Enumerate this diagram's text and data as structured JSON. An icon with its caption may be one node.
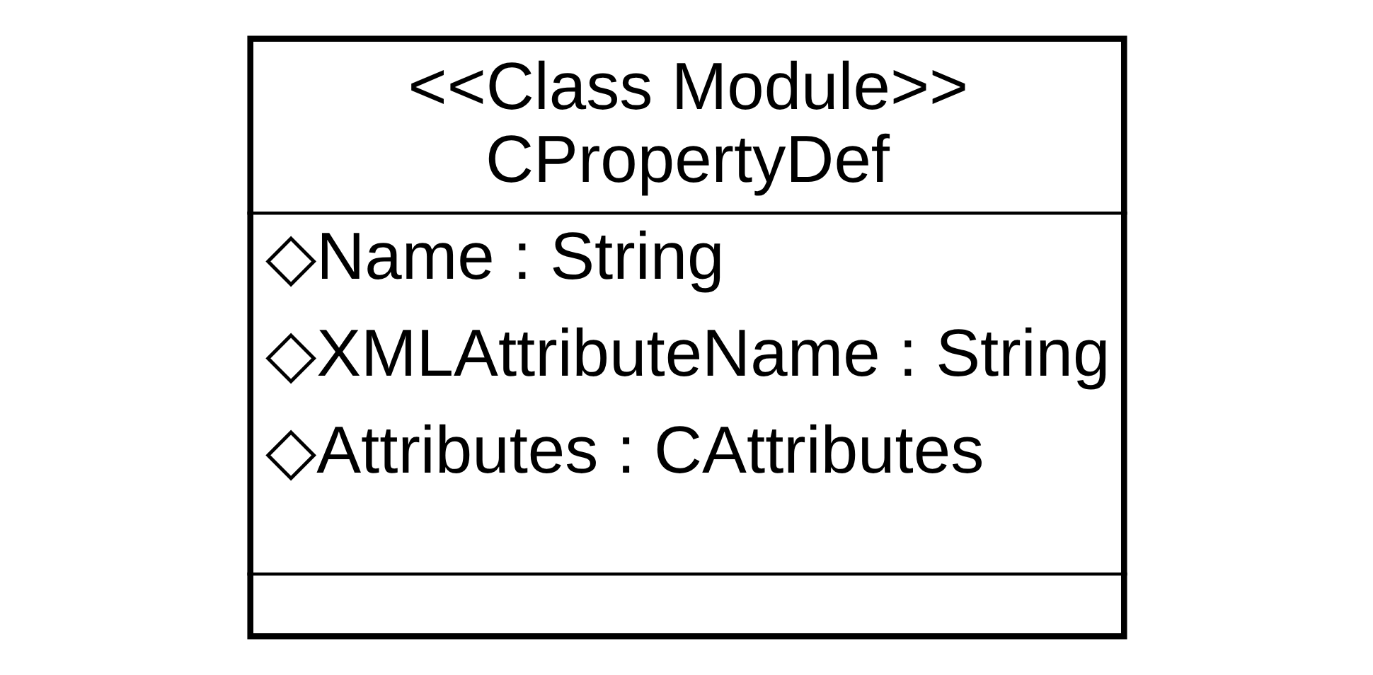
{
  "diagram": {
    "nodes": [
      {
        "text": [
          "<<Class Module>>",
          "CPropertyDef",
          "◇Name : String",
          "◇XMLAttributeName : String",
          "◇Attributes : CAttributes"
        ]
      }
    ]
  }
}
